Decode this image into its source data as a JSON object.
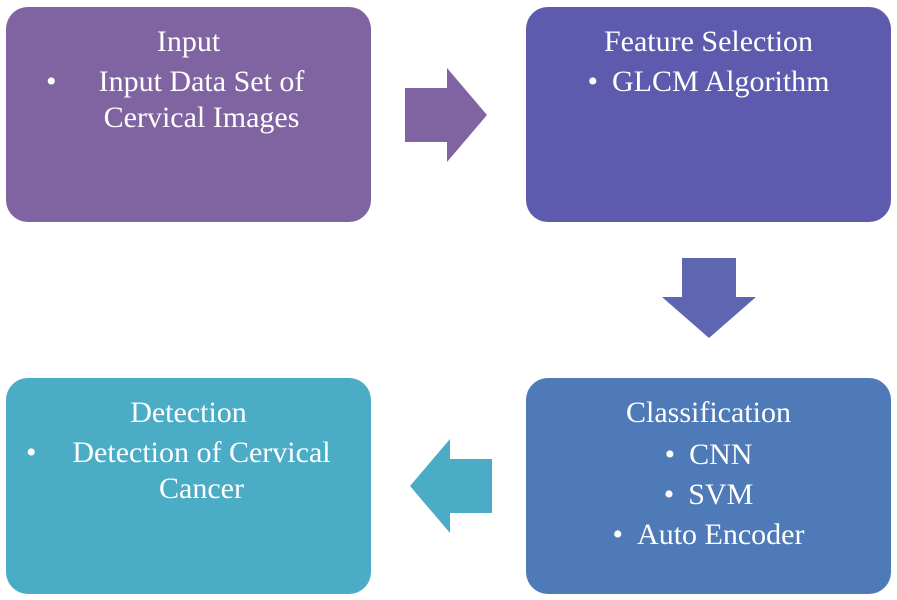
{
  "colors": {
    "input": "#8064a2",
    "feature_selection": "#5e5aae",
    "classification": "#4f7ab8",
    "detection": "#4aacc5",
    "arrow_right": "#8064a2",
    "arrow_down": "#5e65b1",
    "arrow_left": "#4aacc5"
  },
  "boxes": {
    "input": {
      "title": "Input",
      "items": [
        "Input Data Set of Cervical Images"
      ]
    },
    "feature_selection": {
      "title": "Feature Selection",
      "items": [
        "GLCM Algorithm"
      ]
    },
    "classification": {
      "title": "Classification",
      "items": [
        "CNN",
        "SVM",
        "Auto Encoder"
      ]
    },
    "detection": {
      "title": "Detection",
      "items": [
        "Detection of Cervical Cancer"
      ]
    }
  }
}
